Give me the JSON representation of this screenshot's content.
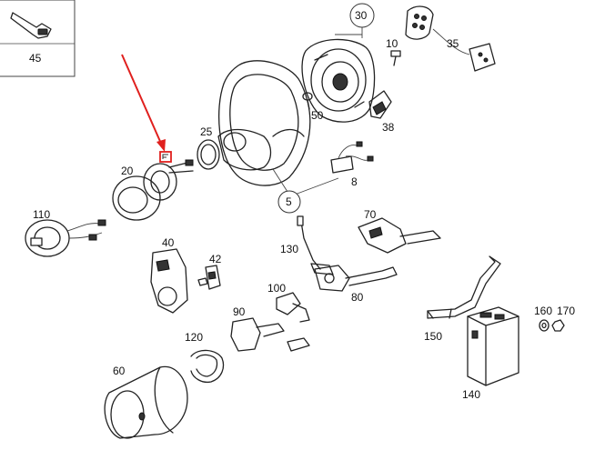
{
  "diagram": {
    "callouts": {
      "c5": "5",
      "c8": "8",
      "c10": "10",
      "c20": "20",
      "c25": "25",
      "c30": "30",
      "c35": "35",
      "c38": "38",
      "c40": "40",
      "c42": "42",
      "c45": "45",
      "c50": "50",
      "c60": "60",
      "c70": "70",
      "c80": "80",
      "c90": "90",
      "c100": "100",
      "c110": "110",
      "c120": "120",
      "c130": "130",
      "c140": "140",
      "c150": "150",
      "c160": "160",
      "c170": "170"
    },
    "colors": {
      "highlight": "#e0201e",
      "ink": "#222222",
      "label_ring": "#333333"
    },
    "highlighted_part": "clock spring marker"
  }
}
